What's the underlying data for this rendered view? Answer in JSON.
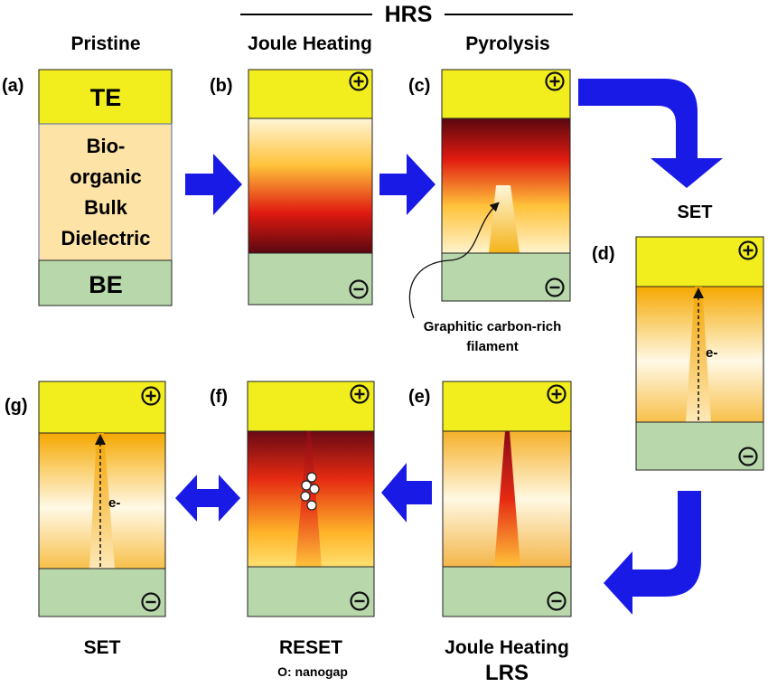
{
  "header": {
    "hrs": "HRS",
    "col_pristine": "Pristine",
    "col_joule": "Joule Heating",
    "col_pyrolysis": "Pyrolysis"
  },
  "panels": {
    "a": {
      "label": "(a)",
      "top": "TE",
      "middle_lines": [
        "Bio-",
        "organic",
        "Bulk",
        "Dielectric"
      ],
      "bottom": "BE"
    },
    "b": {
      "label": "(b)"
    },
    "c": {
      "label": "(c)"
    },
    "d": {
      "label": "(d)",
      "electron": "e-"
    },
    "e": {
      "label": "(e)"
    },
    "f": {
      "label": "(f)"
    },
    "g": {
      "label": "(g)",
      "electron": "e-"
    }
  },
  "annotations": {
    "filament_line1": "Graphitic carbon-rich",
    "filament_line2": "filament",
    "set_right": "SET",
    "caption_g": "SET",
    "caption_f": "RESET",
    "caption_e": "Joule Heating",
    "lrs": "LRS",
    "nanogap_legend": "O: nanogap"
  },
  "colors": {
    "top_electrode": "#f2ee1e",
    "bottom_electrode": "#b8d8ac",
    "dielectric": "#fde3a6",
    "arrow": "#1a1ae6"
  }
}
